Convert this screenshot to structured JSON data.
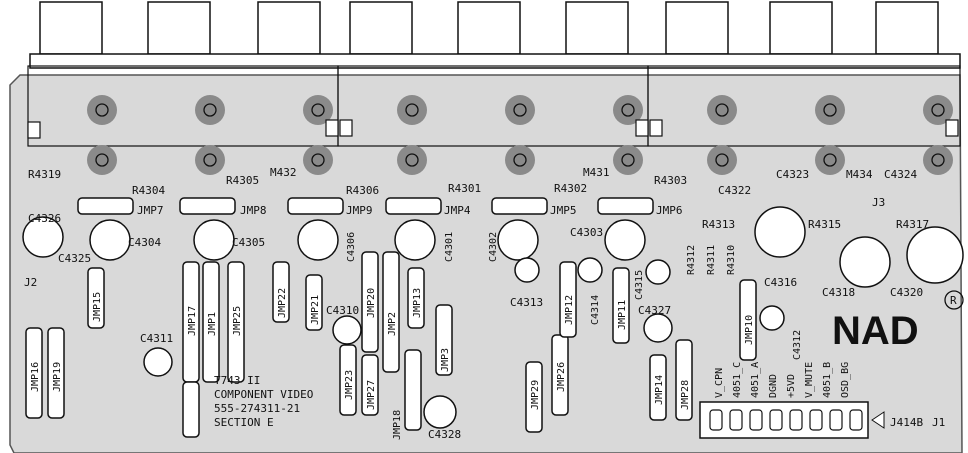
{
  "brand": "NAD",
  "registered_mark": "R",
  "board": {
    "line1": "T743 II",
    "line2": "COMPONENT VIDEO",
    "line3": "555-274311-21",
    "line4": "SECTION E"
  },
  "modules": {
    "m432": "M432",
    "m431": "M431",
    "m434": "M434"
  },
  "connectors": {
    "j1": "J1",
    "j2": "J2",
    "j3": "J3",
    "j414b": "J414B"
  },
  "pins": [
    "V_CPN",
    "4051_C",
    "4051_A",
    "DGND",
    "+5VD",
    "V_MUTE",
    "4051_B",
    "OSD_BG"
  ],
  "resistors": [
    "R4319",
    "R4304",
    "R4305",
    "R4306",
    "R4301",
    "R4302",
    "R4303",
    "R4313",
    "R4315",
    "R4317",
    "R4312",
    "R4311",
    "R4310"
  ],
  "capacitors": [
    "C4326",
    "C4325",
    "C4304",
    "C4305",
    "C4306",
    "C4301",
    "C4302",
    "C4303",
    "C4322",
    "C4323",
    "C4324",
    "C4310",
    "C4311",
    "C4313",
    "C4314",
    "C4315",
    "C4327",
    "C4316",
    "C4312",
    "C4318",
    "C4320",
    "C4328"
  ],
  "jumpers": [
    "JMP7",
    "JMP8",
    "JMP9",
    "JMP4",
    "JMP5",
    "JMP6",
    "JMP15",
    "JMP17",
    "JMP1",
    "JMP25",
    "JMP22",
    "JMP21",
    "JMP20",
    "JMP2",
    "JMP13",
    "JMP16",
    "JMP19",
    "JMP23",
    "JMP27",
    "JMP18",
    "JMP3",
    "JMP29",
    "JMP26",
    "JMP12",
    "JMP11",
    "JMP14",
    "JMP28",
    "JMP10"
  ]
}
